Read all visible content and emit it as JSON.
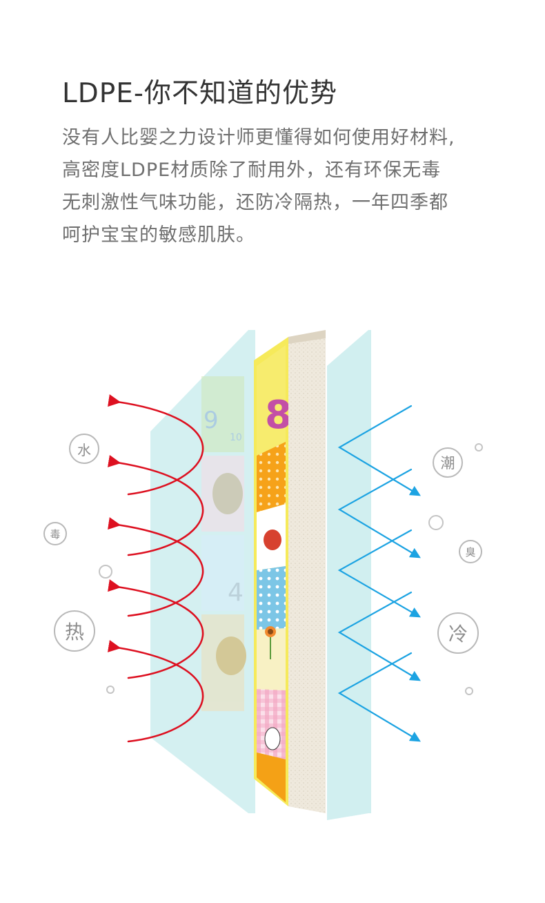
{
  "heading": "LDPE-你不知道的优势",
  "description_lines": [
    "没有人比婴之力设计师更懂得如何使用好材料,",
    "高密度LDPE材质除了耐用外，还有环保无毒",
    "无刺激性气味功能，还防冷隔热，一年四季都",
    "呵护宝宝的敏感肌肤。"
  ],
  "left_labels": {
    "water": "水",
    "toxin": "毒",
    "heat": "热"
  },
  "right_labels": {
    "damp": "潮",
    "odor": "臭",
    "cold": "冷"
  },
  "mat_print": {
    "number_large": "8",
    "number_9": "9",
    "number_10": "10",
    "number_4": "4"
  },
  "colors": {
    "heat_arrows": "#dd1020",
    "cold_arrows": "#1ca3e2",
    "foam": "#efe9dd",
    "glass": "#c6ebec"
  }
}
